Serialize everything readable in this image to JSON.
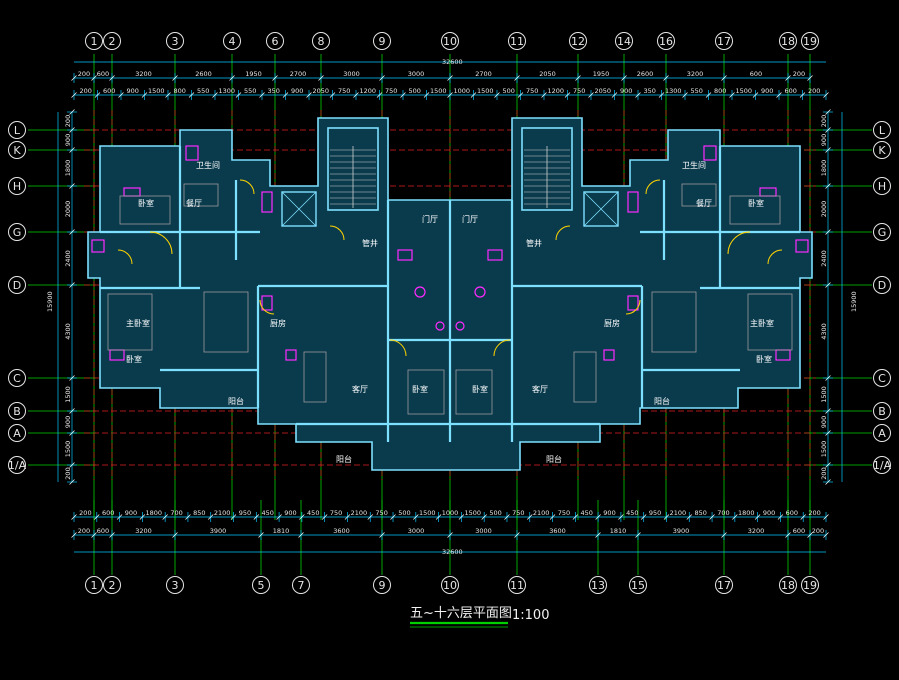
{
  "drawing": {
    "title": "五~十六层平面图",
    "scale": "1:100",
    "total_width_label": "32600",
    "total_depth_label": "15900"
  },
  "axes": {
    "top_columns": [
      "1",
      "2",
      "3",
      "4",
      "6",
      "8",
      "9",
      "10",
      "11",
      "12",
      "14",
      "16",
      "17",
      "18",
      "19"
    ],
    "bottom_columns": [
      "1",
      "2",
      "3",
      "5",
      "7",
      "9",
      "10",
      "11",
      "13",
      "15",
      "17",
      "18",
      "19"
    ],
    "rows": [
      "L",
      "K",
      "H",
      "G",
      "D",
      "C",
      "B",
      "A",
      "1/A"
    ]
  },
  "dimensions": {
    "top_outer": [
      "200",
      "600",
      "3200",
      "2600",
      "1950",
      "2700",
      "3000",
      "3000",
      "2700",
      "2050",
      "1950",
      "2600",
      "3200",
      "600",
      "200"
    ],
    "top_inner": [
      "200",
      "600",
      "900",
      "1500",
      "800",
      "550",
      "1300",
      "550",
      "350",
      "900",
      "2050",
      "750",
      "1200",
      "750",
      "500",
      "1500",
      "1000",
      "1500",
      "500",
      "750",
      "1200",
      "750",
      "2050",
      "900",
      "350",
      "1300",
      "550",
      "800",
      "1500",
      "900",
      "600",
      "200"
    ],
    "bottom_inner": [
      "200",
      "600",
      "900",
      "1800",
      "700",
      "850",
      "2100",
      "950",
      "450",
      "900",
      "450",
      "750",
      "2100",
      "750",
      "500",
      "1500",
      "1000",
      "1500",
      "500",
      "750",
      "2100",
      "750",
      "450",
      "900",
      "450",
      "950",
      "2100",
      "850",
      "700",
      "1800",
      "900",
      "600",
      "200"
    ],
    "bottom_outer": [
      "200",
      "600",
      "3200",
      "3900",
      "1810",
      "3600",
      "3000",
      "3000",
      "3600",
      "1810",
      "3900",
      "3200",
      "600",
      "200"
    ],
    "left_side": [
      "200",
      "900",
      "1800",
      "2000",
      "2400",
      "4300",
      "1500",
      "900",
      "1500",
      "200"
    ],
    "right_side": [
      "200",
      "900",
      "1800",
      "2000",
      "2400",
      "4300",
      "1500",
      "900",
      "1500",
      "200"
    ]
  },
  "rooms": {
    "bedroom": "卧室",
    "master_bedroom": "主卧室",
    "living": "客厅",
    "dining": "餐厅",
    "kitchen": "厨房",
    "bathroom": "卫生间",
    "balcony": "阳台",
    "stair": "楼梯间",
    "elevator": "电梯",
    "hall": "门厅",
    "well": "管井"
  },
  "colors": {
    "background": "#000000",
    "grid": "#00d000",
    "wall": "#7ee0ff",
    "dimension": "#00c8ff",
    "axis_center": "#e02020",
    "fixture": "#ff2aff",
    "door": "#ffd400",
    "title_underline": "#00d000"
  }
}
